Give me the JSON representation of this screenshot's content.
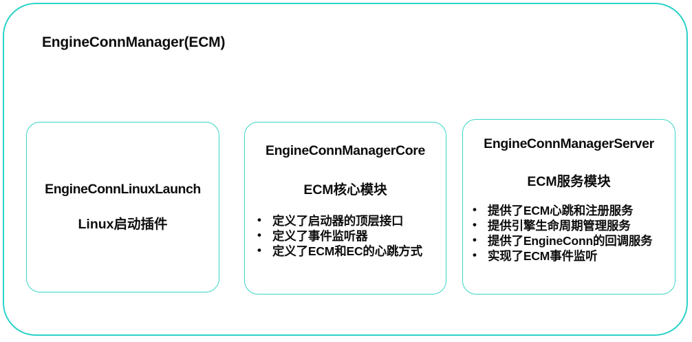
{
  "diagram": {
    "type": "architecture-block-diagram",
    "title": "EngineConnManager(ECM)",
    "accent_color": "#2ad2c9",
    "box_border_color": "#38d6c6",
    "text_color": "#0d0d0d",
    "background_color": "#ffffff",
    "modules": [
      {
        "id": "engine-conn-linux-launch",
        "title": "EngineConnLinuxLaunch",
        "subtitle": "Linux启动插件",
        "bullets": []
      },
      {
        "id": "engine-conn-manager-core",
        "title": "EngineConnManagerCore",
        "subtitle": "ECM核心模块",
        "bullets": [
          "定义了启动器的顶层接口",
          "定义了事件监听器",
          "定义了ECM和EC的心跳方式"
        ]
      },
      {
        "id": "engine-conn-manager-server",
        "title": "EngineConnManagerServer",
        "subtitle": "ECM服务模块",
        "bullets": [
          "提供了ECM心跳和注册服务",
          "提供引擎生命周期管理服务",
          "提供了EngineConn的回调服务",
          "实现了ECM事件监听"
        ]
      }
    ]
  }
}
